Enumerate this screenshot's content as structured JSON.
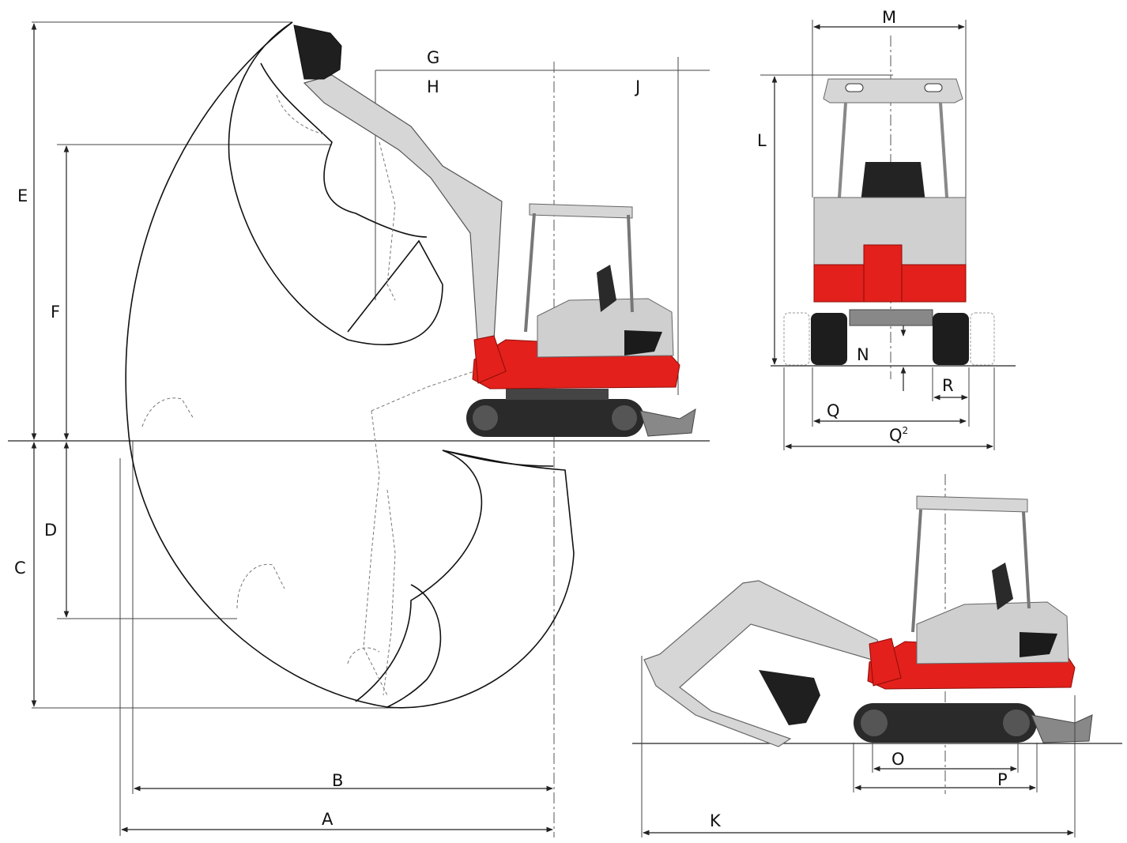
{
  "labels": {
    "A": "A",
    "B": "B",
    "C": "C",
    "D": "D",
    "E": "E",
    "F": "F",
    "G": "G",
    "H": "H",
    "J": "J",
    "K": "K",
    "L": "L",
    "M": "M",
    "N": "N",
    "O": "O",
    "P": "P",
    "Q": "Q",
    "Q2": "Q",
    "Q2_sup": "2",
    "R": "R"
  },
  "colors": {
    "body_red": "#e3201b",
    "body_grey": "#d4d4d4",
    "dark_grey": "#6e6e6e",
    "track": "#2a2a2a",
    "line": "#111111"
  }
}
